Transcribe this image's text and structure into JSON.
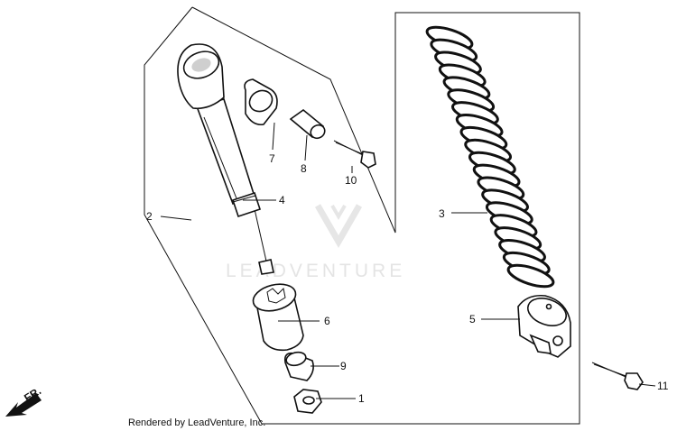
{
  "callouts": {
    "p1": "1",
    "p2": "2",
    "p3": "3",
    "p4": "4",
    "p5": "5",
    "p6": "6",
    "p7": "7",
    "p8": "8",
    "p9": "9",
    "p10": "10",
    "p11": "11"
  },
  "direction_label": "FR.",
  "watermark": "LEADVENTURE",
  "footer": "Rendered by LeadVenture, Inc.",
  "colors": {
    "line": "#111111",
    "watermark": "#e4e4e4",
    "background": "#ffffff"
  }
}
